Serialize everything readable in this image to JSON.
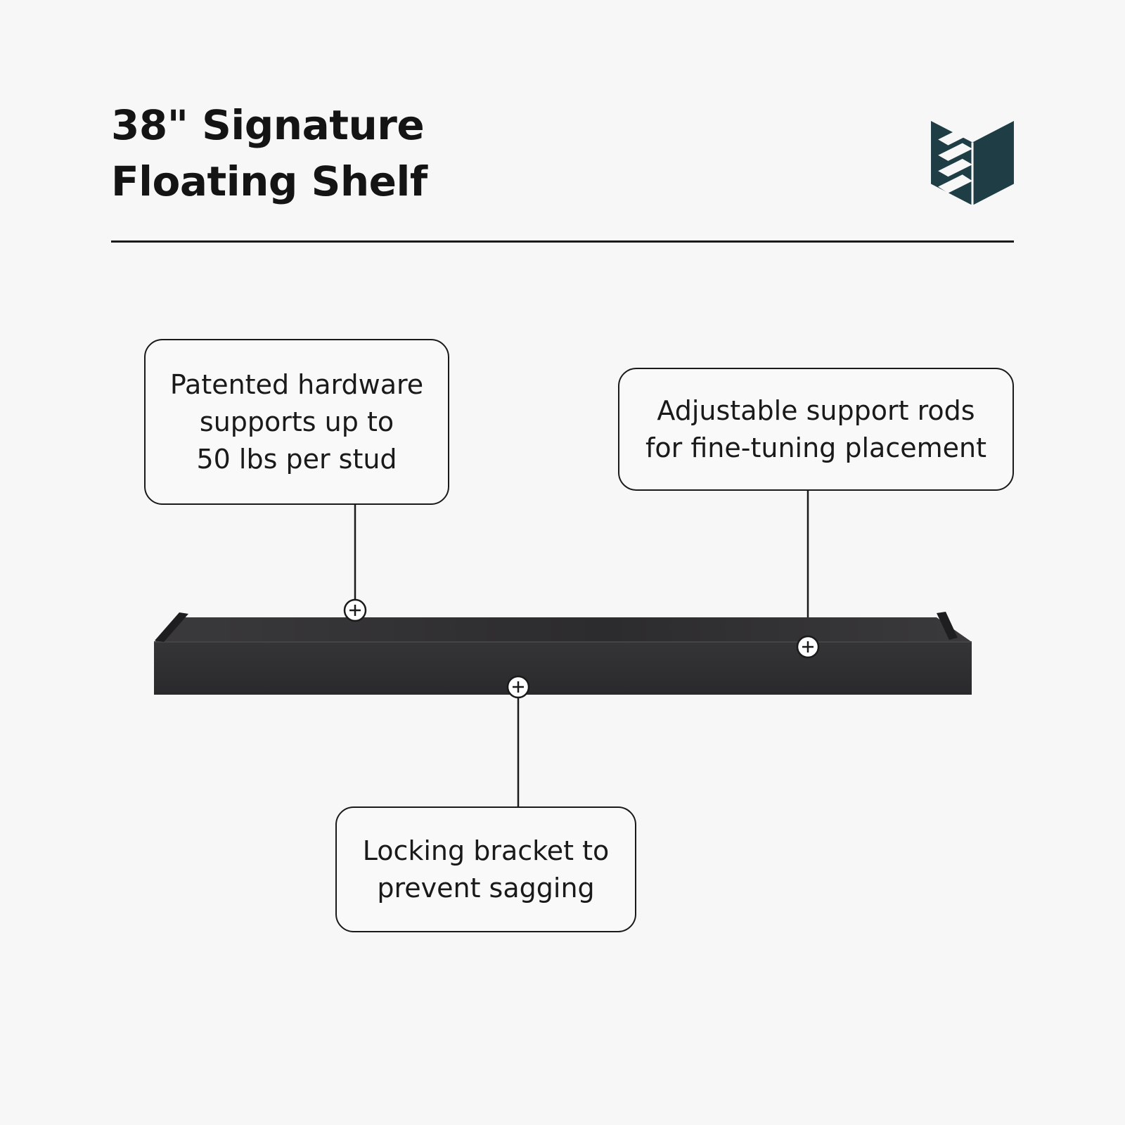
{
  "header": {
    "title_line1": "38\" Signature",
    "title_line2": "Floating Shelf"
  },
  "brand": {
    "logo_icon": "bookshelf-logo-icon",
    "logo_color": "#1e3d44"
  },
  "callouts": {
    "hardware": {
      "line1": "Patented hardware",
      "line2": "supports up to",
      "line3": "50 lbs per stud"
    },
    "rods": {
      "line1": "Adjustable support rods",
      "line2": "for fine-tuning placement"
    },
    "bracket": {
      "line1": "Locking bracket to",
      "line2": "prevent sagging"
    }
  },
  "product": {
    "shelf_color": "#2b2a2c",
    "marker_icon": "plus-circle-icon"
  }
}
